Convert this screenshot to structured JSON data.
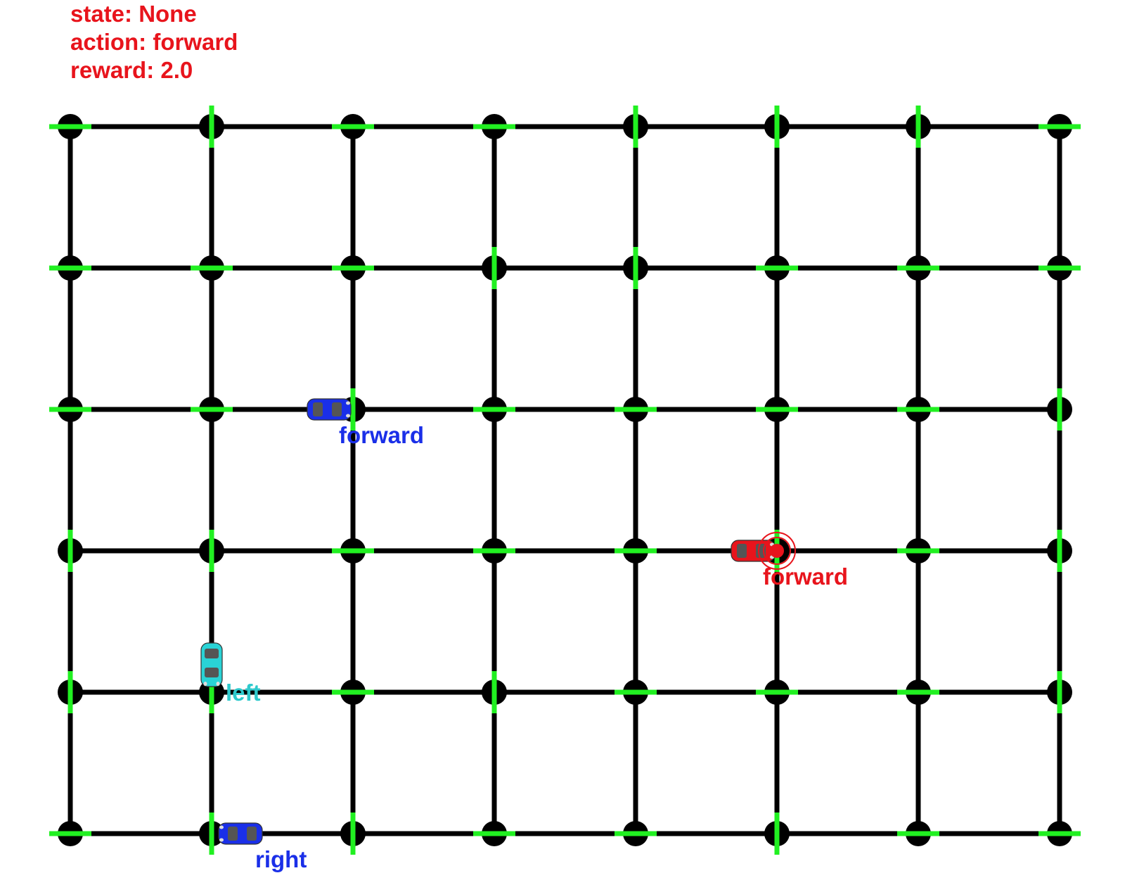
{
  "status": {
    "state": "state: None",
    "action": "action: forward",
    "reward": "reward: 2.0"
  },
  "grid": {
    "columns": 8,
    "rows": 6
  },
  "colors": {
    "road": "#000000",
    "light_green": "#21f021",
    "primary_agent": "#e8141c",
    "car_blue": "#1a2fe8",
    "car_cyan": "#29d3d6",
    "label_cyan": "#2ec9cc",
    "status_text": "#e8141c"
  },
  "lights": [
    [
      "ew",
      "ns",
      "ew",
      "ew",
      "ns",
      "ns",
      "ns",
      "ew"
    ],
    [
      "ew",
      "ew",
      "ew",
      "ns",
      "ns",
      "ew",
      "ew",
      "ew"
    ],
    [
      "ew",
      "ew",
      "ns",
      "ew",
      "ew",
      "ew",
      "ew",
      "ns"
    ],
    [
      "ns",
      "ns",
      "ew",
      "ew",
      "ew",
      "ns",
      "ew",
      "ns"
    ],
    [
      "ns",
      "ns",
      "ew",
      "ns",
      "ew",
      "ew",
      "ew",
      "ns"
    ],
    [
      "ew",
      "ns",
      "ns",
      "ew",
      "ew",
      "ns",
      "ew",
      "ew"
    ]
  ],
  "cars": [
    {
      "name": "primary-agent-car",
      "col": 5,
      "row": 3,
      "heading": "east",
      "color": "primary_agent",
      "label": "forward",
      "label_color": "primary_agent",
      "is_agent": true
    },
    {
      "name": "blue-car-forward",
      "col": 2,
      "row": 2,
      "heading": "east",
      "color": "car_blue",
      "label": "forward",
      "label_color": "car_blue",
      "is_agent": false
    },
    {
      "name": "cyan-car-left",
      "col": 1,
      "row": 4,
      "heading": "south",
      "color": "car_cyan",
      "label": "left",
      "label_color": "label_cyan",
      "is_agent": false
    },
    {
      "name": "blue-car-right",
      "col": 1,
      "row": 5,
      "heading": "west",
      "color": "car_blue",
      "label": "right",
      "label_color": "car_blue",
      "is_agent": false
    }
  ]
}
